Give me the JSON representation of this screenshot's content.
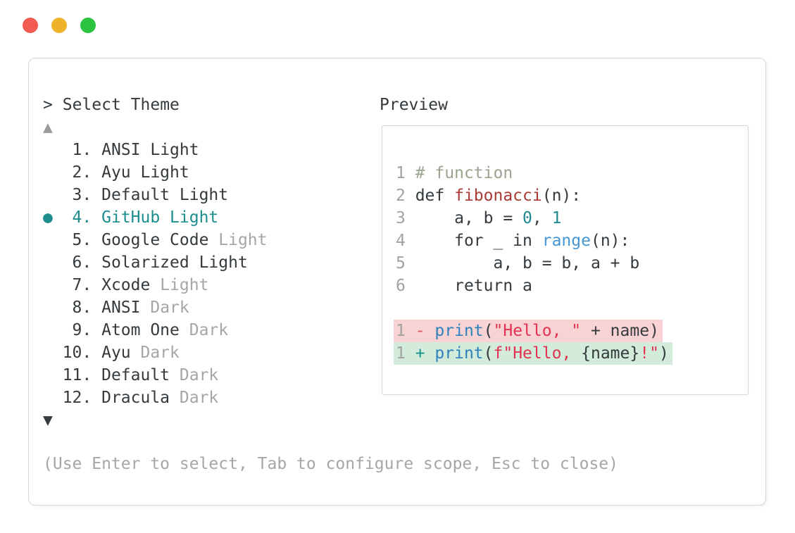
{
  "window_controls": {
    "buttons": [
      {
        "name": "close-button",
        "colorKey": "traffic_red"
      },
      {
        "name": "minimize-button",
        "colorKey": "traffic_yellow"
      },
      {
        "name": "zoom-button",
        "colorKey": "traffic_green"
      }
    ]
  },
  "theme_picker": {
    "prompt_symbol": ">",
    "title": "Select Theme",
    "scroll_up_symbol": "▲",
    "scroll_down_symbol": "▼",
    "selected_marker": "●",
    "items": [
      {
        "number": "1",
        "name": "ANSI",
        "variant": "Light",
        "variant_dimmed": false,
        "selected": false
      },
      {
        "number": "2",
        "name": "Ayu",
        "variant": "Light",
        "variant_dimmed": false,
        "selected": false
      },
      {
        "number": "3",
        "name": "Default",
        "variant": "Light",
        "variant_dimmed": false,
        "selected": false
      },
      {
        "number": "4",
        "name": "GitHub",
        "variant": "Light",
        "variant_dimmed": false,
        "selected": true
      },
      {
        "number": "5",
        "name": "Google Code",
        "variant": "Light",
        "variant_dimmed": true,
        "selected": false
      },
      {
        "number": "6",
        "name": "Solarized",
        "variant": "Light",
        "variant_dimmed": false,
        "selected": false
      },
      {
        "number": "7",
        "name": "Xcode",
        "variant": "Light",
        "variant_dimmed": true,
        "selected": false
      },
      {
        "number": "8",
        "name": "ANSI",
        "variant": "Dark",
        "variant_dimmed": true,
        "selected": false
      },
      {
        "number": "9",
        "name": "Atom One",
        "variant": "Dark",
        "variant_dimmed": true,
        "selected": false
      },
      {
        "number": "10",
        "name": "Ayu",
        "variant": "Dark",
        "variant_dimmed": true,
        "selected": false
      },
      {
        "number": "11",
        "name": "Default",
        "variant": "Dark",
        "variant_dimmed": true,
        "selected": false
      },
      {
        "number": "12",
        "name": "Dracula",
        "variant": "Dark",
        "variant_dimmed": true,
        "selected": false
      }
    ],
    "help_text": "(Use Enter to select, Tab to configure scope, Esc to close)"
  },
  "preview": {
    "label": "Preview",
    "code_lines": [
      {
        "number": "1",
        "tokens": [
          {
            "text": "# function",
            "color": "comment"
          }
        ]
      },
      {
        "number": "2",
        "tokens": [
          {
            "text": "def ",
            "color": "text"
          },
          {
            "text": "fibonacci",
            "color": "func"
          },
          {
            "text": "(n):",
            "color": "text"
          }
        ]
      },
      {
        "number": "3",
        "tokens": [
          {
            "text": "    a, b = ",
            "color": "text"
          },
          {
            "text": "0",
            "color": "number"
          },
          {
            "text": ", ",
            "color": "text"
          },
          {
            "text": "1",
            "color": "number"
          }
        ]
      },
      {
        "number": "4",
        "tokens": [
          {
            "text": "    for _ in ",
            "color": "text"
          },
          {
            "text": "range",
            "color": "builtin"
          },
          {
            "text": "(n):",
            "color": "text"
          }
        ]
      },
      {
        "number": "5",
        "tokens": [
          {
            "text": "        a, b = b, a + b",
            "color": "text"
          }
        ]
      },
      {
        "number": "6",
        "tokens": [
          {
            "text": "    return a",
            "color": "text"
          }
        ]
      },
      {
        "number": "",
        "tokens": []
      },
      {
        "number": "1",
        "diff": "removed",
        "tokens": [
          {
            "text": "- ",
            "color": "minus"
          },
          {
            "text": "print",
            "color": "print"
          },
          {
            "text": "(",
            "color": "text"
          },
          {
            "text": "\"Hello, \"",
            "color": "string"
          },
          {
            "text": " + name)",
            "color": "text"
          }
        ]
      },
      {
        "number": "1",
        "diff": "added",
        "tokens": [
          {
            "text": "+ ",
            "color": "plus"
          },
          {
            "text": "print",
            "color": "print"
          },
          {
            "text": "(",
            "color": "text"
          },
          {
            "text": "f\"Hello, ",
            "color": "string"
          },
          {
            "text": "{name}",
            "color": "text"
          },
          {
            "text": "!\"",
            "color": "string"
          },
          {
            "text": ")",
            "color": "text"
          }
        ]
      }
    ]
  },
  "colors": {
    "accent_teal": "#1d8d8d",
    "text": "#343a3e",
    "muted": "#a6a6a6",
    "line_number": "#a2a2a2",
    "scroll_up": "#9b9b9b",
    "comment": "#9aa48f",
    "func": "#a93b35",
    "number": "#1f8a8f",
    "builtin": "#4596d4",
    "print": "#2e82bd",
    "string": "#e23350",
    "minus": "#df5560",
    "plus": "#14948a",
    "removed_bg": "#f9d2d3",
    "added_bg": "#d3ebda",
    "border": "#d6d6d6",
    "traffic_red": "#f15b51",
    "traffic_yellow": "#f0b22d",
    "traffic_green": "#2bc33f"
  }
}
